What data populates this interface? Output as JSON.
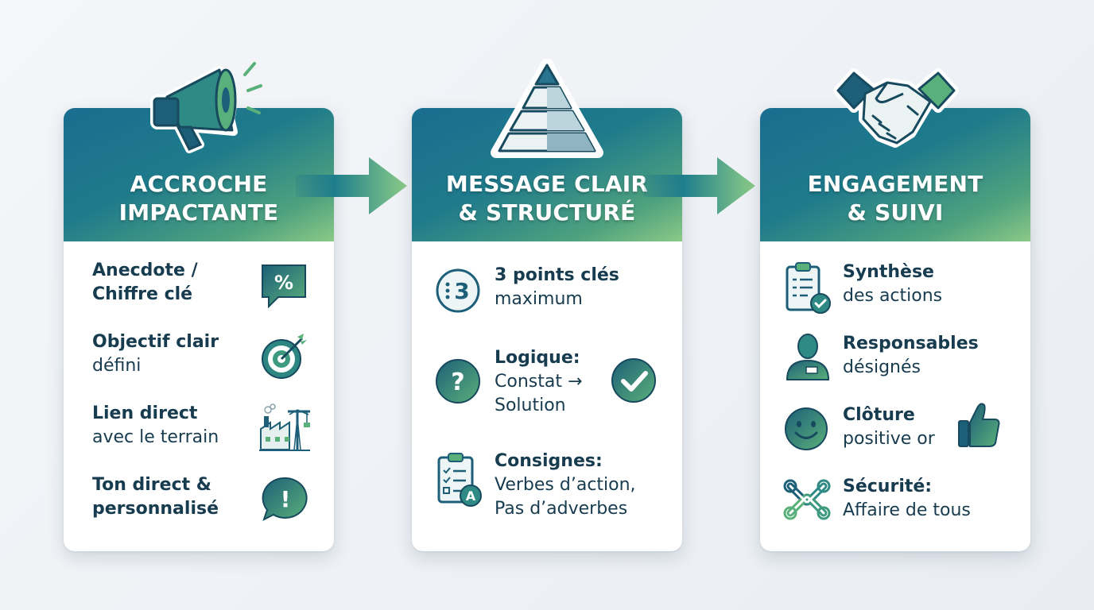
{
  "card1": {
    "title_line1": "ACCROCHE",
    "title_line2": "IMPACTANTE",
    "items": [
      {
        "bold1": "Anecdote /",
        "bold2": "Chiffre clé",
        "icon": "percent-speech-bubble-icon",
        "icon_text": "%"
      },
      {
        "bold1": "Objectif clair",
        "line2": "défini",
        "icon": "target-icon"
      },
      {
        "bold1": "Lien direct",
        "line2": "avec le terrain",
        "icon": "factory-crane-icon"
      },
      {
        "bold1": "Ton direct &",
        "bold2": "personnalisé",
        "icon": "exclamation-bubble-icon",
        "icon_text": "!"
      }
    ]
  },
  "card2": {
    "title_line1": "MESSAGE CLAIR",
    "title_line2": "& STRUCTURÉ",
    "items": [
      {
        "bold1": "3 points clés",
        "line2": "maximum",
        "icon": "list-three-icon",
        "icon_text": "3"
      },
      {
        "bold1": "Logique:",
        "line2": "Constat →",
        "line3": "Solution",
        "icon": "question-icon",
        "icon_text": "?",
        "icon2": "check-circle-icon"
      },
      {
        "bold1": "Consignes:",
        "line2": "Verbes d’action,",
        "line3": "Pas d’adverbes",
        "icon": "clipboard-a-icon",
        "icon_text": "A"
      }
    ]
  },
  "card3": {
    "title_line1": "ENGAGEMENT",
    "title_line2": "& SUIVI",
    "items": [
      {
        "bold1": "Synthèse",
        "line2": "des actions",
        "icon": "checklist-clipboard-icon"
      },
      {
        "bold1": "Responsables",
        "line2": "désignés",
        "icon": "person-badge-icon"
      },
      {
        "bold1": "Clôture",
        "line2": "positive  or",
        "icon": "smiley-icon",
        "icon2": "thumbs-up-icon"
      },
      {
        "bold1": "Sécurité:",
        "line2": "Affaire de tous",
        "icon": "chain-link-icon"
      }
    ]
  },
  "colors": {
    "header_start": "#1a6d8f",
    "header_end": "#8bc987",
    "icon_dark": "#1d5f78",
    "icon_teal": "#2f8a86",
    "icon_green": "#5ab07a",
    "text": "#173b4f"
  },
  "top_icons": [
    "megaphone-icon",
    "pyramid-icon",
    "handshake-icon"
  ],
  "connectors": [
    "arrow-right-icon",
    "arrow-right-icon"
  ]
}
